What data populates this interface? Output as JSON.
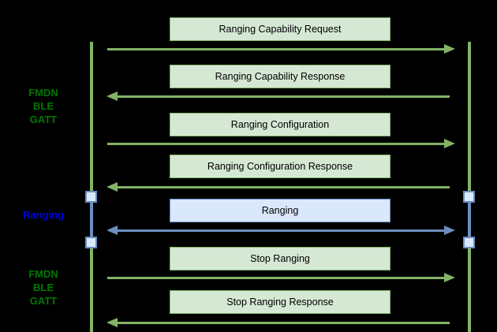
{
  "colors": {
    "background": "#000000",
    "green_stroke": "#82b366",
    "green_fill": "#d5e8d4",
    "green_label_text": "#007700",
    "blue_stroke": "#6c8ebf",
    "blue_fill": "#dae8fc",
    "blue_label_text": "#0000e0",
    "message_text": "#000000"
  },
  "phases": [
    {
      "id": "fmdn-ble-gatt-top",
      "color": "green",
      "lines": [
        "FMDN",
        "BLE",
        "GATT"
      ]
    },
    {
      "id": "ranging",
      "color": "blue",
      "lines": [
        "Ranging"
      ]
    },
    {
      "id": "fmdn-ble-gatt-bottom",
      "color": "green",
      "lines": [
        "FMDN",
        "BLE",
        "GATT"
      ]
    }
  ],
  "messages": [
    {
      "label": "Ranging Capability Request",
      "direction": "right",
      "style": "green"
    },
    {
      "label": "Ranging Capability Response",
      "direction": "left",
      "style": "green"
    },
    {
      "label": "Ranging Configuration",
      "direction": "right",
      "style": "green"
    },
    {
      "label": "Ranging Configuration Response",
      "direction": "left",
      "style": "green"
    },
    {
      "label": "Ranging",
      "direction": "both",
      "style": "blue"
    },
    {
      "label": "Stop Ranging",
      "direction": "right",
      "style": "green"
    },
    {
      "label": "Stop Ranging Response",
      "direction": "left",
      "style": "green"
    }
  ]
}
